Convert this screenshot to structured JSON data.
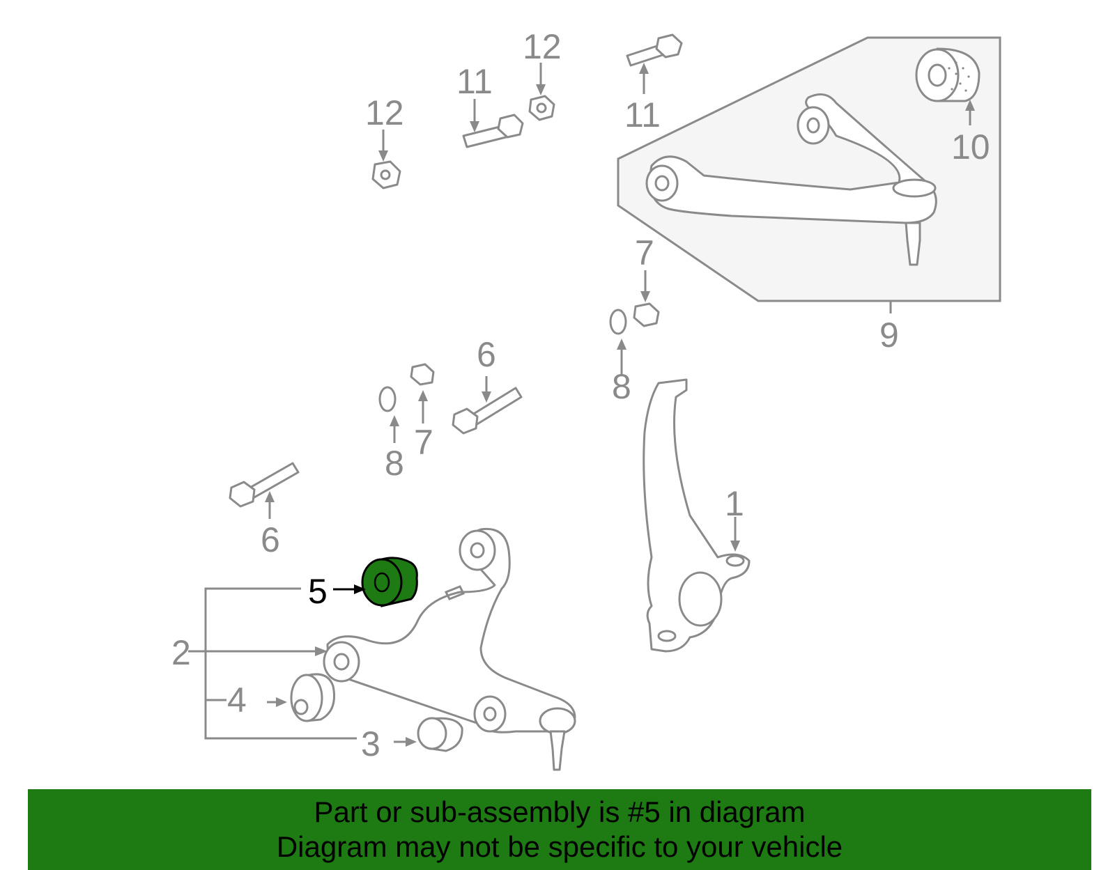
{
  "diagram": {
    "callouts": [
      "1",
      "2",
      "3",
      "4",
      "5",
      "6",
      "6",
      "7",
      "7",
      "8",
      "8",
      "9",
      "10",
      "11",
      "11",
      "12",
      "12"
    ],
    "highlighted_callout": "5",
    "highlight_color": "#1e7a12",
    "line_color": "#8a8a8a"
  },
  "banner": {
    "line1": "Part or sub-assembly is #5 in diagram",
    "line2": "Diagram may not be specific to your vehicle",
    "background": "#1e7a12"
  }
}
